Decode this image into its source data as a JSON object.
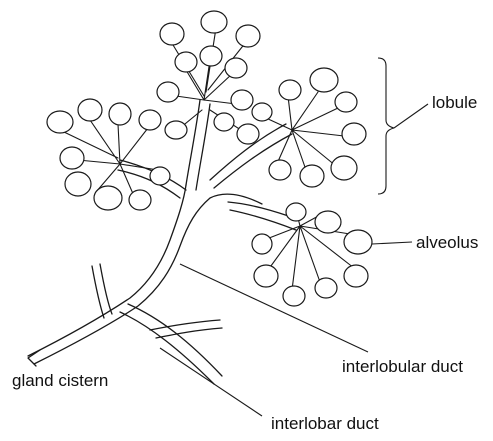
{
  "labels": {
    "lobule": "lobule",
    "alveolus": "alveolus",
    "interlobular_duct": "interlobular duct",
    "gland_cistern": "gland cistern",
    "interlobar_duct": "interlobar duct"
  },
  "colors": {
    "ink": "#1a1a1a",
    "background": "#ffffff"
  }
}
